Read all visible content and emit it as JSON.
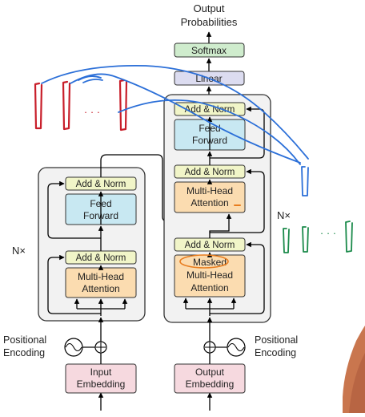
{
  "top": {
    "output_line1": "Output",
    "output_line2": "Probabilities",
    "softmax": "Softmax",
    "linear": "Linear"
  },
  "encoder": {
    "nx": "N×",
    "add_norm_top": "Add & Norm",
    "ff_line1": "Feed",
    "ff_line2": "Forward",
    "add_norm_bottom": "Add & Norm",
    "mha_line1": "Multi-Head",
    "mha_line2": "Attention",
    "pos_line1": "Positional",
    "pos_line2": "Encoding",
    "embed_line1": "Input",
    "embed_line2": "Embedding"
  },
  "decoder": {
    "nx": "N×",
    "add_norm_top": "Add & Norm",
    "ff_line1": "Feed",
    "ff_line2": "Forward",
    "add_norm_mid": "Add & Norm",
    "mha_line1": "Multi-Head",
    "mha_line2": "Attention",
    "add_norm_bottom": "Add & Norm",
    "masked_line1": "Masked",
    "masked_line2": "Multi-Head",
    "masked_line3": "Attention",
    "pos_line1": "Positional",
    "pos_line2": "Encoding",
    "embed_line1": "Output",
    "embed_line2": "Embedding"
  },
  "annotations": {
    "red_dots": "· · ·",
    "green_dots": "· · ·"
  },
  "colors": {
    "softmax": "#cfeccd",
    "linear": "#dcdcf0",
    "add_norm": "#f1f5c8",
    "feed_forward": "#c8e8f2",
    "attention": "#fbdcb0",
    "embedding": "#f6d9df",
    "stack_bg": "#f2f2f2",
    "annotation_red": "#c81e2a",
    "annotation_blue": "#2b6fd8",
    "annotation_green": "#1a8a4a",
    "annotation_orange": "#e87c1e"
  }
}
